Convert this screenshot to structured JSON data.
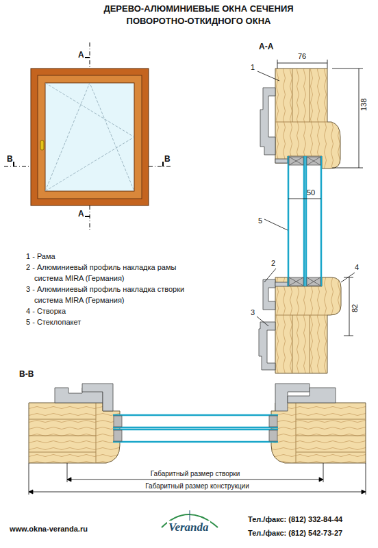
{
  "diagram": {
    "title": "ДЕРЕВО-АЛЮМИНИЕВЫЕ ОКНА СЕЧЕНИЯ ПОВОРОТНО-ОТКИДНОГО ОКНА",
    "labels": [
      "А",
      "А",
      "В",
      "В",
      "А-А",
      "76",
      "138",
      "1",
      "50",
      "5",
      "2",
      "4",
      "82",
      "3",
      "1 - Рама",
      "2 - Алюминиевый профиль накладка рамы система MIRA (Германия)",
      "3 - Алюминиевый профиль накладка створки система MIRA (Германия)",
      "4 - Створка",
      "5 - Стеклопакет",
      "В-В",
      "Габаритный размер створки",
      "Габаритный размер конструкции",
      "www.okna-veranda.ru",
      "Veranda",
      "Тел./факс: (812) 332-84-44",
      "Тел./факс: (812) 542-73-27"
    ]
  }
}
